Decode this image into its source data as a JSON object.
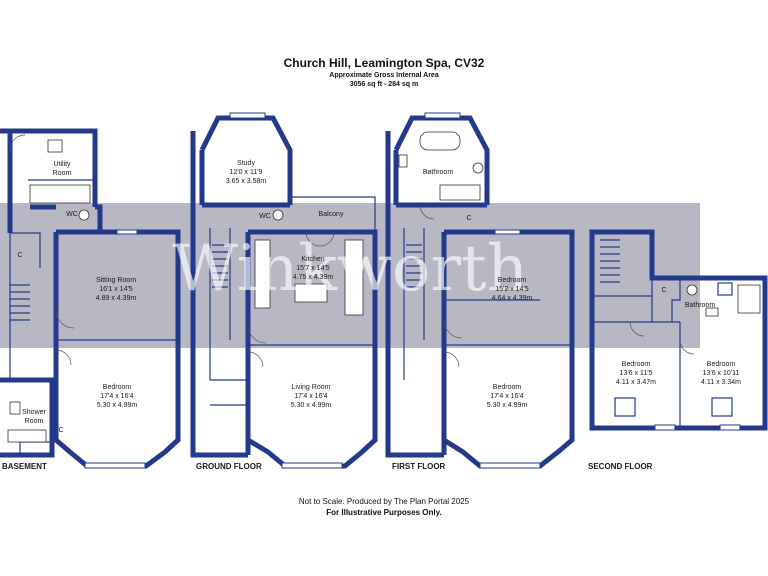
{
  "header": {
    "title": "Church Hill, Leamington Spa, CV32",
    "subtitle": "Approximate Gross Internal Area",
    "area": "3056 sq ft - 284 sq m"
  },
  "watermark": "Winkworth",
  "floors": {
    "basement": "BASEMENT",
    "ground": "GROUND FLOOR",
    "first": "FIRST FLOOR",
    "second": "SECOND FLOOR"
  },
  "rooms": {
    "utility": {
      "l1": "Utility",
      "l2": "Room"
    },
    "basement_wc": "WC",
    "basement_cupboard": "C",
    "sitting": {
      "name": "Sitting Room",
      "imp": "16'1 x 14'5",
      "met": "4.89 x 4.39m"
    },
    "basement_bedroom": {
      "name": "Bedroom",
      "imp": "17'4 x 16'4",
      "met": "5.30 x 4.99m"
    },
    "shower": {
      "l1": "Shower",
      "l2": "Room"
    },
    "basement_cupboard2": "C",
    "study": {
      "name": "Study",
      "imp": "12'0 x 11'9",
      "met": "3.65 x 3.58m"
    },
    "ground_wc": "WC",
    "balcony": "Balcony",
    "kitchen": {
      "name": "Kitchen",
      "imp": "15'7 x 14'5",
      "met": "4.75 x 4.39m"
    },
    "living": {
      "name": "Living Room",
      "imp": "17'4 x 16'4",
      "met": "5.30 x 4.99m"
    },
    "first_bathroom": "Bathroom",
    "first_cupboard": "C",
    "first_bedroom1": {
      "name": "Bedroom",
      "imp": "15'2 x 14'5",
      "met": "4.64 x 4.39m"
    },
    "first_bedroom2": {
      "name": "Bedroom",
      "imp": "17'4 x 16'4",
      "met": "5.30 x 4.99m"
    },
    "second_cupboard": "C",
    "second_bathroom": "Bathroom",
    "second_bedroom1": {
      "name": "Bedroom",
      "imp": "13'6 x 11'5",
      "met": "4.11 x 3.47m"
    },
    "second_bedroom2": {
      "name": "Bedroom",
      "imp": "13'6 x 10'11",
      "met": "4.11 x 3.34m"
    }
  },
  "footer": {
    "line1": "Not to Scale. Produced by The Plan Portal 2025",
    "line2": "For Illustrative Purposes Only."
  },
  "colors": {
    "wall": "#233a8c",
    "watermark_band": "#b8b8c4"
  }
}
